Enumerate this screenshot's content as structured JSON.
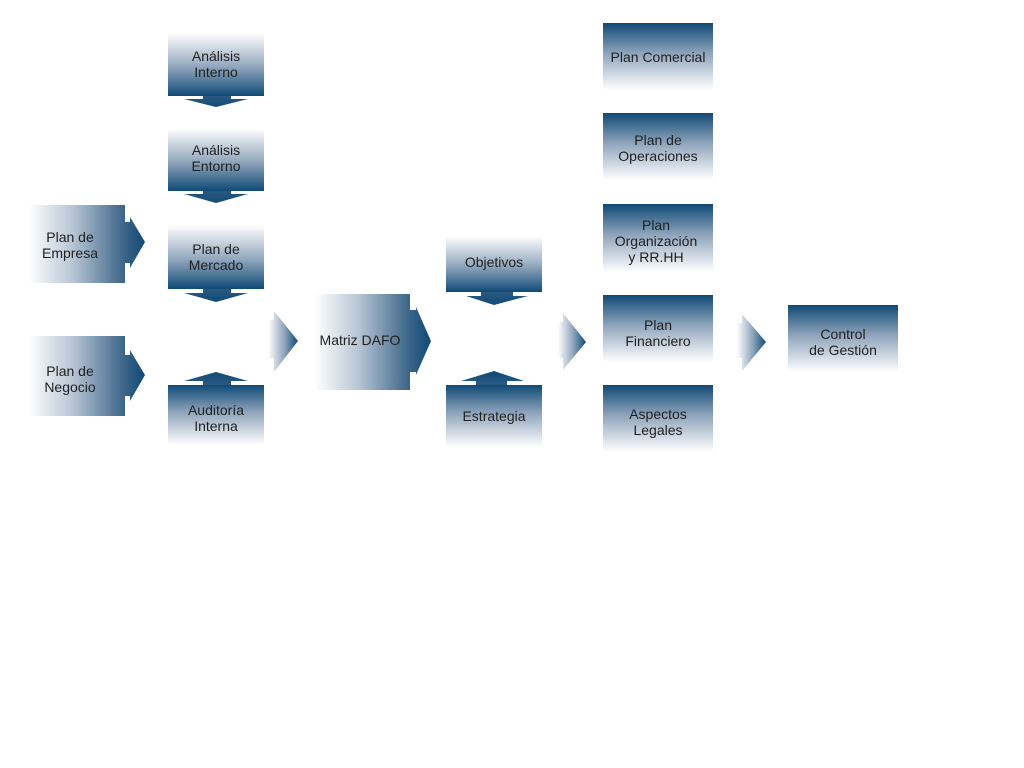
{
  "colors": {
    "dark_blue": "#0f4a76",
    "mid_blue": "#6f8ba8",
    "light": "#ffffff",
    "text": "#1f1f1f"
  },
  "nodes": {
    "analisis_interno": [
      "Análisis",
      "Interno"
    ],
    "analisis_entorno": [
      "Análisis",
      "Entorno"
    ],
    "plan_mercado": [
      "Plan de",
      "Mercado"
    ],
    "auditoria_interna": [
      "Auditoría",
      "Interna"
    ],
    "plan_empresa": [
      "Plan de",
      "Empresa"
    ],
    "plan_negocio": [
      "Plan de",
      "Negocio"
    ],
    "matriz_dafo": [
      "Matriz DAFO"
    ],
    "objetivos": [
      "Objetivos"
    ],
    "estrategia": [
      "Estrategia"
    ],
    "plan_comercial": [
      "Plan Comercial"
    ],
    "plan_operaciones": [
      "Plan de",
      "Operaciones"
    ],
    "plan_organizacion": [
      "Plan",
      "Organización",
      "y RR.HH"
    ],
    "plan_financiero": [
      "Plan",
      "Financiero"
    ],
    "aspectos_legales": [
      "Aspectos",
      "Legales"
    ],
    "control_gestion": [
      "Control",
      "de Gestión"
    ]
  }
}
